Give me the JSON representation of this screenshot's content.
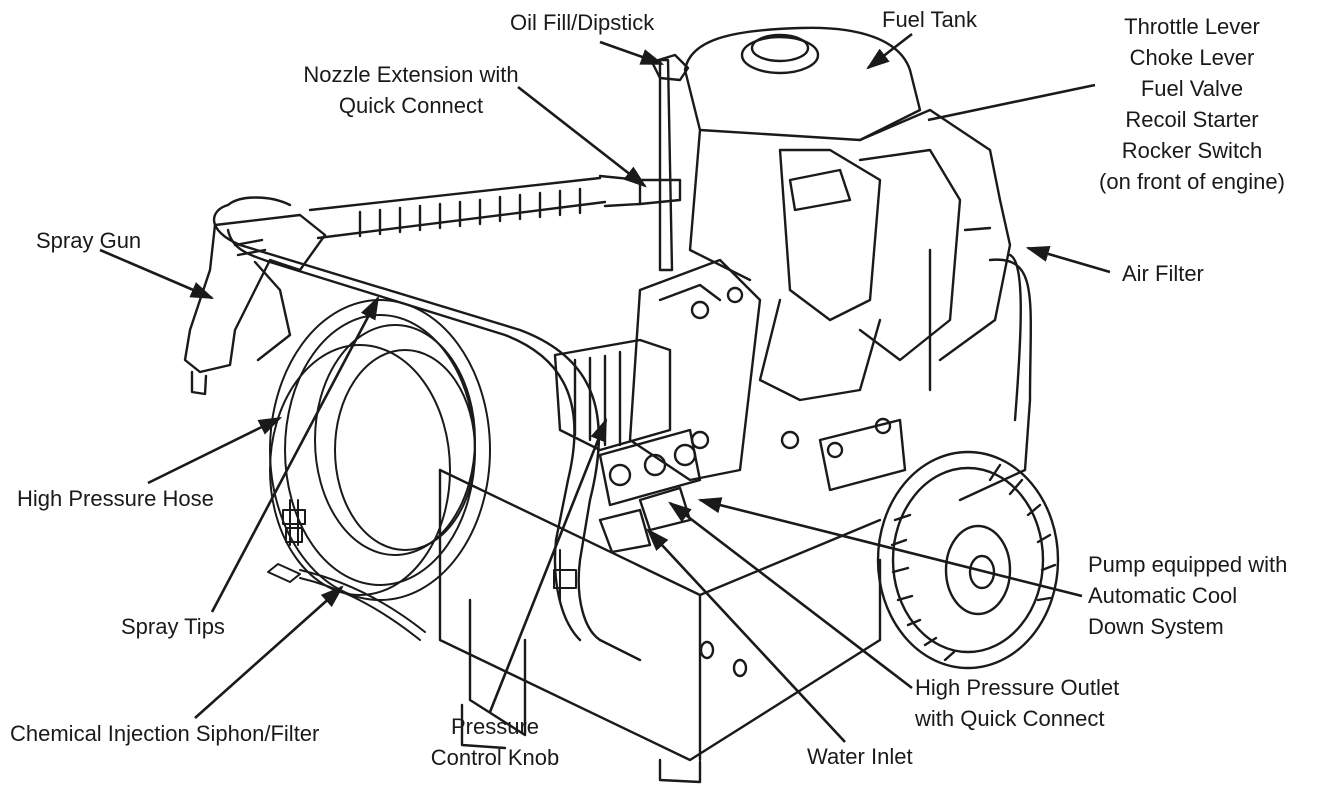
{
  "labels": {
    "oil_fill": "Oil Fill/Dipstick",
    "fuel_tank": "Fuel Tank",
    "engine_controls": [
      "Throttle Lever",
      "Choke Lever",
      "Fuel Valve",
      "Recoil Starter",
      "Rocker Switch",
      "(on front of engine)"
    ],
    "nozzle_extension": [
      "Nozzle Extension with",
      "Quick Connect"
    ],
    "spray_gun": "Spray Gun",
    "air_filter": "Air Filter",
    "high_pressure_hose": "High Pressure Hose",
    "spray_tips": "Spray Tips",
    "chemical_siphon": "Chemical Injection Siphon/Filter",
    "pressure_knob": [
      "Pressure",
      "Control Knob"
    ],
    "water_inlet": "Water Inlet",
    "hp_outlet": [
      "High Pressure Outlet",
      "with Quick Connect"
    ],
    "pump_cooldown": [
      "Pump equipped with",
      "Automatic Cool",
      "Down System"
    ]
  },
  "colors": {
    "ink": "#1a1a1a",
    "background": "#ffffff"
  }
}
